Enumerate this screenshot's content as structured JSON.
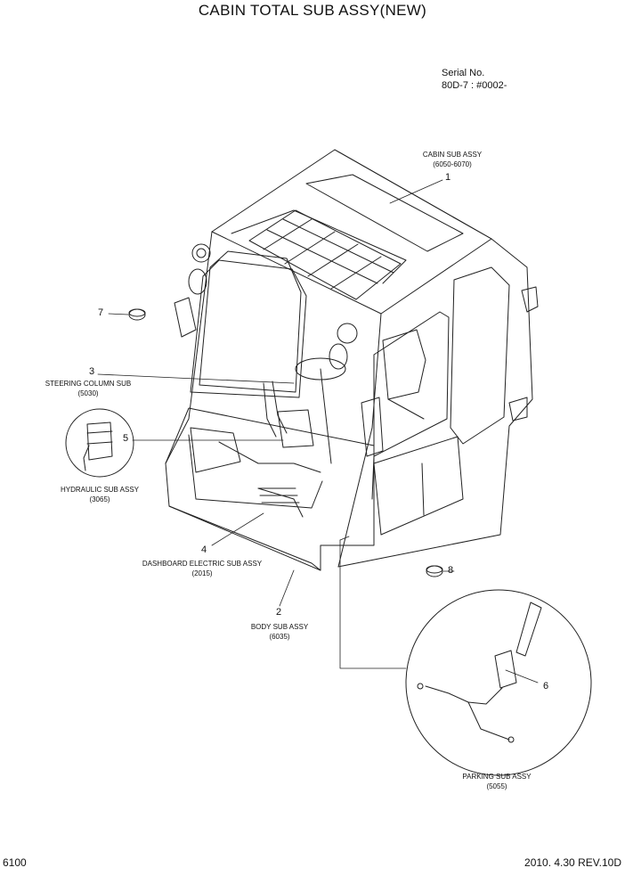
{
  "title": "CABIN TOTAL SUB ASSY(NEW)",
  "serial": {
    "line1": "Serial No.",
    "line2": "80D-7 : #0002-"
  },
  "callouts": [
    {
      "num": "1",
      "name": "CABIN SUB ASSY",
      "code": "(6050-6070)"
    },
    {
      "num": "2",
      "name": "BODY SUB ASSY",
      "code": "(6035)"
    },
    {
      "num": "3",
      "name": "STEERING COLUMN SUB",
      "code": "(5030)"
    },
    {
      "num": "4",
      "name": "DASHBOARD ELECTRIC SUB ASSY",
      "code": "(2015)"
    },
    {
      "num": "5",
      "name": "HYDRAULIC SUB ASSY",
      "code": "(3065)"
    },
    {
      "num": "6",
      "name": "PARKING SUB ASSY",
      "code": "(5055)"
    },
    {
      "num": "7",
      "name": "",
      "code": ""
    },
    {
      "num": "8",
      "name": "",
      "code": ""
    }
  ],
  "footer": {
    "page": "6100",
    "date_rev": "2010. 4.30  REV.10D"
  }
}
